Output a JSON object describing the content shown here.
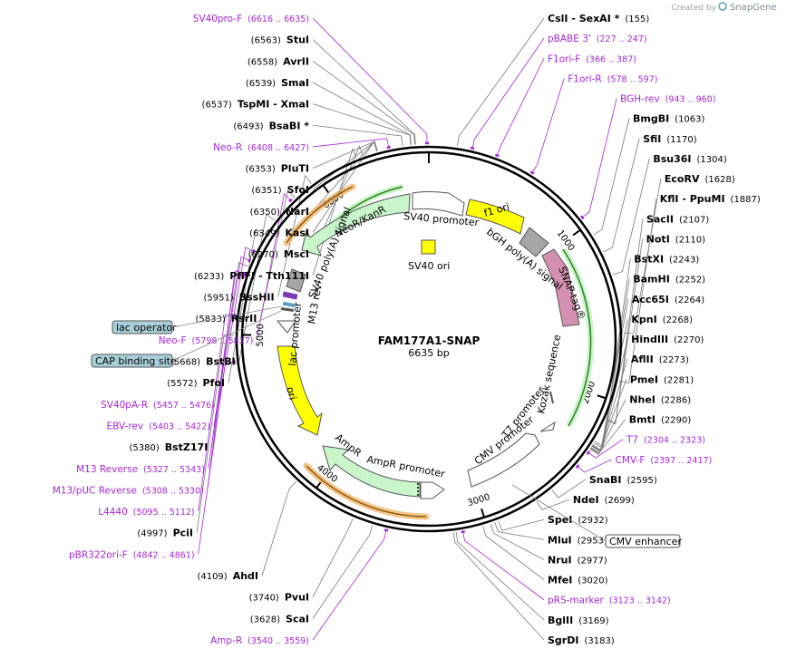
{
  "plasmid": {
    "name": "FAM177A1-SNAP",
    "length_label": "6635 bp"
  },
  "credit": {
    "prefix": "Created by",
    "brand": "SnapGene"
  },
  "colors": {
    "primer": "#a626d6",
    "ampr": "#c9f5cb",
    "neor": "#c9f5cb",
    "ori": "#ffff00",
    "snap": "#d490b0",
    "promoter": "#ffffff",
    "polyA": "#a6a6a6",
    "lac_box": "#a8cfd9",
    "orange_arc": "#f3b66d",
    "green_arc": "#4aa12e",
    "blue_feature": "#5aa0bf",
    "purple_feature": "#7e3cb3"
  },
  "ticks": [
    {
      "label": "1000",
      "pos": 1000
    },
    {
      "label": "2000",
      "pos": 2000
    },
    {
      "label": "3000",
      "pos": 3000
    },
    {
      "label": "4000",
      "pos": 4000
    },
    {
      "label": "5000",
      "pos": 5000
    },
    {
      "label": "6000",
      "pos": 6000
    }
  ],
  "sites": [
    {
      "name": "StuI",
      "pos": "(6563)",
      "bp": 6563
    },
    {
      "name": "AvrII",
      "pos": "(6558)",
      "bp": 6558
    },
    {
      "name": "SmaI",
      "pos": "(6539)",
      "bp": 6539
    },
    {
      "name": "TspMI  - XmaI",
      "pos": "(6537)",
      "bp": 6537
    },
    {
      "name": "BsaBI *",
      "pos": "(6493)",
      "bp": 6493
    },
    {
      "name": "PluTI",
      "pos": "(6353)",
      "bp": 6353
    },
    {
      "name": "SfoI",
      "pos": "(6351)",
      "bp": 6351
    },
    {
      "name": "NarI",
      "pos": "(6350)",
      "bp": 6350
    },
    {
      "name": "KasI",
      "pos": "(6349)",
      "bp": 6349
    },
    {
      "name": "MscI",
      "pos": "(6270)",
      "bp": 6270
    },
    {
      "name": "PflFI  - Tth111I",
      "pos": "(6233)",
      "bp": 6233
    },
    {
      "name": "BssHII",
      "pos": "(5951)",
      "bp": 5951
    },
    {
      "name": "RsrII",
      "pos": "(5833)",
      "bp": 5833
    },
    {
      "name": "BstBI",
      "pos": "(5668)",
      "bp": 5668
    },
    {
      "name": "PfoI",
      "pos": "(5572)",
      "bp": 5572
    },
    {
      "name": "BstZ17I",
      "pos": "(5380)",
      "bp": 5380
    },
    {
      "name": "PciI",
      "pos": "(4997)",
      "bp": 4997
    },
    {
      "name": "AhdI",
      "pos": "(4109)",
      "bp": 4109
    },
    {
      "name": "PvuI",
      "pos": "(3740)",
      "bp": 3740
    },
    {
      "name": "ScaI",
      "pos": "(3628)",
      "bp": 3628
    },
    {
      "name": "SgrDI",
      "pos": "(3183)",
      "bp": 3183
    },
    {
      "name": "BglII",
      "pos": "(3169)",
      "bp": 3169
    },
    {
      "name": "MfeI",
      "pos": "(3020)",
      "bp": 3020
    },
    {
      "name": "NruI",
      "pos": "(2977)",
      "bp": 2977
    },
    {
      "name": "MluI",
      "pos": "(2953)",
      "bp": 2953
    },
    {
      "name": "SpeI",
      "pos": "(2932)",
      "bp": 2932
    },
    {
      "name": "NdeI",
      "pos": "(2699)",
      "bp": 2699
    },
    {
      "name": "SnaBI",
      "pos": "(2595)",
      "bp": 2595
    },
    {
      "name": "BmtI",
      "pos": "(2290)",
      "bp": 2290
    },
    {
      "name": "NheI",
      "pos": "(2286)",
      "bp": 2286
    },
    {
      "name": "PmeI",
      "pos": "(2281)",
      "bp": 2281
    },
    {
      "name": "AflII",
      "pos": "(2273)",
      "bp": 2273
    },
    {
      "name": "HindIII",
      "pos": "(2270)",
      "bp": 2270
    },
    {
      "name": "KpnI",
      "pos": "(2268)",
      "bp": 2268
    },
    {
      "name": "Acc65I",
      "pos": "(2264)",
      "bp": 2264
    },
    {
      "name": "BamHI",
      "pos": "(2252)",
      "bp": 2252
    },
    {
      "name": "BstXI",
      "pos": "(2243)",
      "bp": 2243
    },
    {
      "name": "NotI",
      "pos": "(2110)",
      "bp": 2110
    },
    {
      "name": "SacII",
      "pos": "(2107)",
      "bp": 2107
    },
    {
      "name": "KflI  - PpuMI",
      "pos": "(1887)",
      "bp": 1887
    },
    {
      "name": "EcoRV",
      "pos": "(1628)",
      "bp": 1628
    },
    {
      "name": "Bsu36I",
      "pos": "(1304)",
      "bp": 1304
    },
    {
      "name": "SfiI",
      "pos": "(1170)",
      "bp": 1170
    },
    {
      "name": "BmgBI",
      "pos": "(1063)",
      "bp": 1063
    },
    {
      "name": "CslI  - SexAI *",
      "pos": "(155)",
      "bp": 155
    }
  ],
  "primers": [
    {
      "name": "SV40pro-F",
      "range": "(6616 .. 6635)",
      "bp": 6625
    },
    {
      "name": "pBABE 3'",
      "range": "(227 .. 247)",
      "bp": 237
    },
    {
      "name": "F1ori-F",
      "range": "(366 .. 387)",
      "bp": 376
    },
    {
      "name": "F1ori-R",
      "range": "(578 .. 597)",
      "bp": 587
    },
    {
      "name": "BGH-rev",
      "range": "(943 .. 960)",
      "bp": 951
    },
    {
      "name": "T7",
      "range": "(2304 .. 2323)",
      "bp": 2313
    },
    {
      "name": "CMV-F",
      "range": "(2397 .. 2417)",
      "bp": 2407
    },
    {
      "name": "pRS-marker",
      "range": "(3123 .. 3142)",
      "bp": 3132
    },
    {
      "name": "Amp-R",
      "range": "(3540 .. 3559)",
      "bp": 3549
    },
    {
      "name": "pBR322ori-F",
      "range": "(4842 .. 4861)",
      "bp": 4851
    },
    {
      "name": "L4440",
      "range": "(5095 .. 5112)",
      "bp": 5103
    },
    {
      "name": "M13/pUC Reverse",
      "range": "(5308 .. 5330)",
      "bp": 5319
    },
    {
      "name": "M13 Reverse",
      "range": "(5327 .. 5343)",
      "bp": 5335
    },
    {
      "name": "EBV-rev",
      "range": "(5403 .. 5422)",
      "bp": 5412
    },
    {
      "name": "SV40pA-R",
      "range": "(5457 .. 5476)",
      "bp": 5466
    },
    {
      "name": "Neo-F",
      "range": "(5798 .. 5817)",
      "bp": 5807
    },
    {
      "name": "Neo-R",
      "range": "(6408 .. 6427)",
      "bp": 6417
    }
  ],
  "boxed_labels": [
    {
      "name": "lac operator"
    },
    {
      "name": "CAP binding site"
    },
    {
      "name": "CMV enhancer"
    }
  ],
  "features": [
    {
      "name": "f1 ori"
    },
    {
      "name": "bGH poly(A) signal"
    },
    {
      "name": "SNAP-tag®"
    },
    {
      "name": "Kozak sequence"
    },
    {
      "name": "T7 promoter"
    },
    {
      "name": "CMV promoter"
    },
    {
      "name": "AmpR"
    },
    {
      "name": "AmpR promoter"
    },
    {
      "name": "ori"
    },
    {
      "name": "lac promoter"
    },
    {
      "name": "M13 rev"
    },
    {
      "name": "SV40 poly(A) signal"
    },
    {
      "name": "NeoR/KanR"
    },
    {
      "name": "SV40 promoter"
    },
    {
      "name": "SV40 ori"
    }
  ]
}
